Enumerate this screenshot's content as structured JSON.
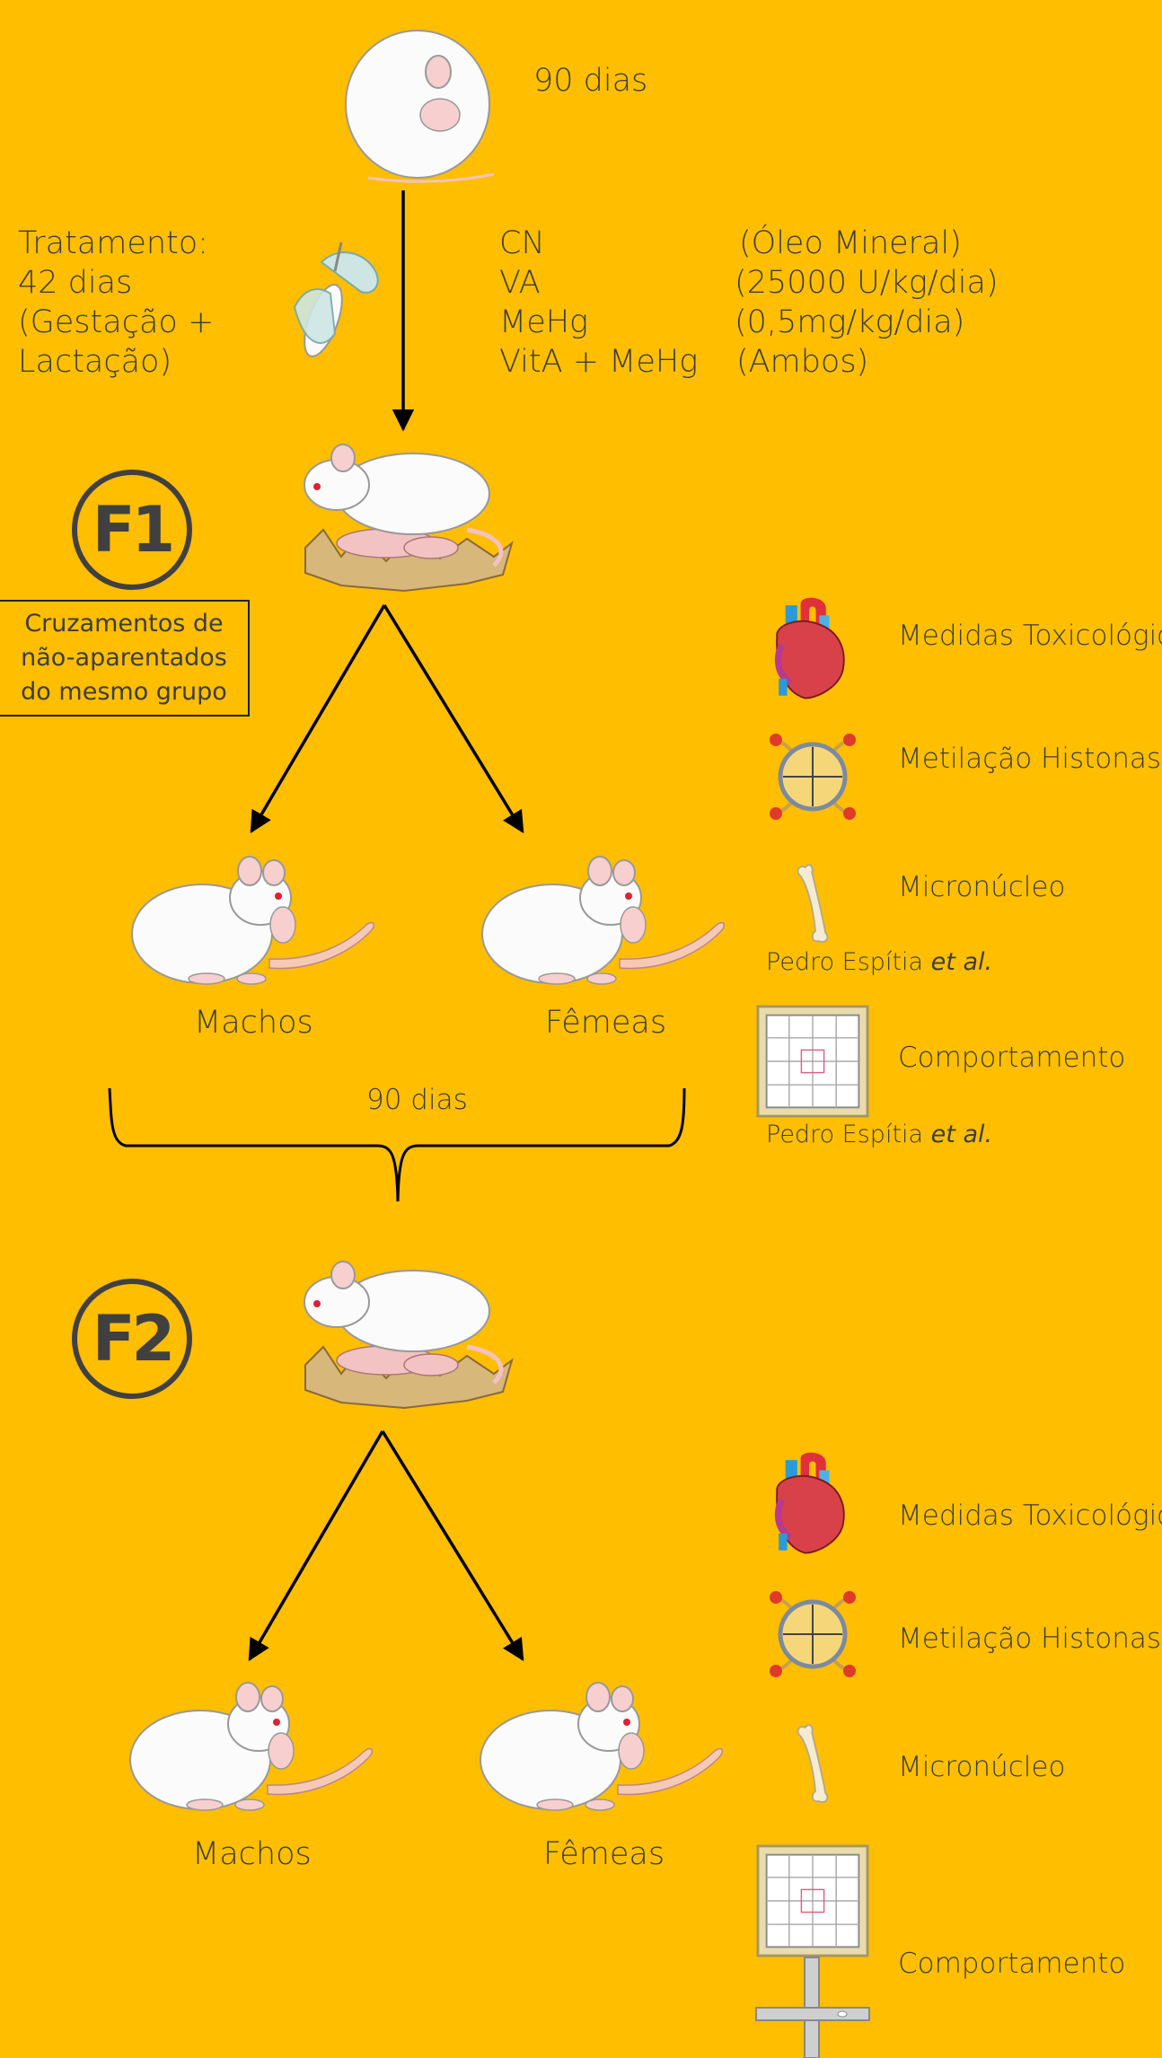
{
  "top": {
    "days_label": "90 dias",
    "treatment_lines": [
      "Tratamento:",
      "42 dias",
      "(Gestação +",
      "Lactação)"
    ],
    "groups": [
      {
        "code": "CN",
        "desc": "(Óleo Mineral)"
      },
      {
        "code": "VA",
        "desc": "(25000 U/kg/dia)"
      },
      {
        "code": "MeHg",
        "desc": "(0,5mg/kg/dia)"
      },
      {
        "code": "VitA + MeHg",
        "desc": "(Ambos)"
      }
    ]
  },
  "f1": {
    "badge": "F1",
    "cross_box": [
      "Cruzamentos de",
      "não-aparentados",
      "do mesmo grupo"
    ],
    "male_label": "Machos",
    "female_label": "Fêmeas",
    "days_label": "90 dias",
    "measures": {
      "tox": "Medidas Toxicológicas",
      "methyl": "Metilação Histonas",
      "micro": "Micronúcleo",
      "micro_credit_name": "Pedro Espítia",
      "micro_credit_etal": "et al.",
      "behavior": "Comportamento",
      "behavior_credit_name": "Pedro Espítia",
      "behavior_credit_etal": "et al."
    }
  },
  "f2": {
    "badge": "F2",
    "male_label": "Machos",
    "female_label": "Fêmeas",
    "measures": {
      "tox": "Medidas Toxicológicas",
      "methyl": "Metilação Histonas",
      "micro": "Micronúcleo",
      "behavior": "Comportamento"
    }
  }
}
